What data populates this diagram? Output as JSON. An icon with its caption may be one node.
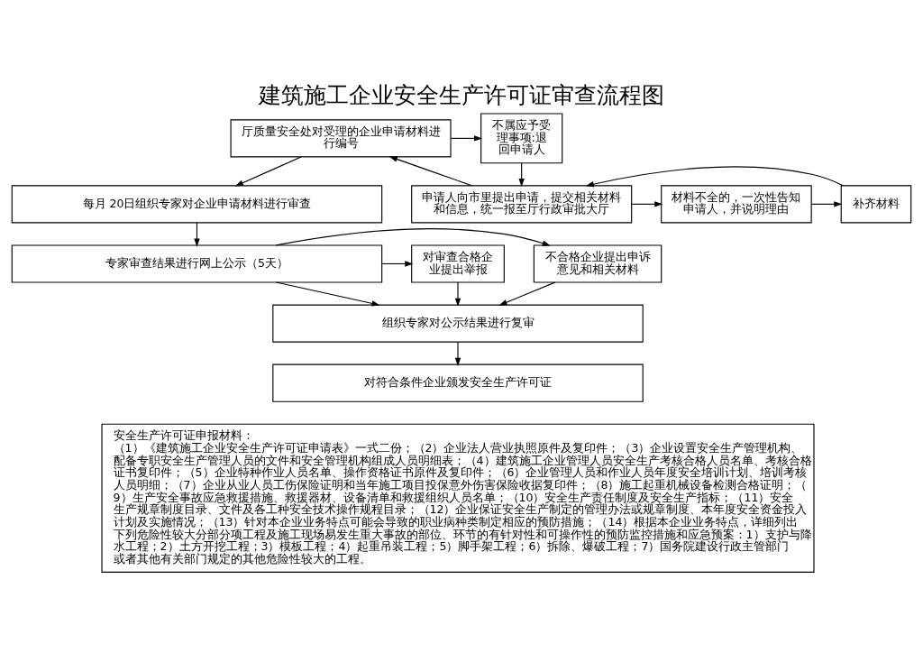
{
  "diagram": {
    "title": "建筑施工企业安全生产许可证审查流程图",
    "nodes": [
      {
        "text": [
          "不属应予受理事项:退回申请人"
        ]
      },
      {
        "text": [
          "申请人向市里提出申请，提交相关材料和信息，统一报至厅行政审批大厅"
        ]
      },
      {
        "text": [
          "材料不全的，一次性告知申请人，并说明理由"
        ]
      },
      {
        "text": [
          "补齐材料"
        ]
      },
      {
        "text": [
          "厅质量安全处对受理的企业申请材料进行编号"
        ]
      },
      {
        "text": [
          "每月 20日组织专家对企业申请材料进行审查"
        ]
      },
      {
        "text": [
          "不合格企业提出申诉意见和相关材料"
        ]
      },
      {
        "text": [
          "专家审查结果进行网上公示（5天）"
        ]
      },
      {
        "text": [
          "对审查合格企业提出举报"
        ]
      },
      {
        "text": [
          "组织专家对公示结果进行复审"
        ]
      },
      {
        "text": [
          "对符合条件企业颁发安全生产许可证"
        ]
      },
      {
        "text": [
          "安全生产许可证申报材料：",
          "（1）《建筑施工企业安全生产许可证申请表》一式二份；（2）企业法人营业执照原件及复印件；（3）企业设置安全生产管理机构、配备专职安全生产管理人员的文件和安全管理机构组成人员明细表；（4）建筑施工企业管理人员安全生产考核合格人员名单、考核合格证书复印件；（5）企业特种作业人员名单、操作资格证书原件及复印件；（6）企业管理人员和作业人员年度安全培训计划、培训考核人员明细；（7）企业从业人员工伤保险证明和当年施工项目投保意外伤害保险收据复印件；（8）施工起重机械设备检测合格证明；（9）生产安全事故应急救援措施、救援器材、设备清单和救援组织人员名单；（10）安全生产责任制度及安全生产指标；（11）安全生产规章制度目录、文件及各工种安全技术操作规程目录；（12）企业保证安全生产制定的管理办法或规章制度、本年度安全资金投入计划及实施情况；（13）针对本企业业务特点可能会导致的职业病种类制定相应的预防措施；（14）根据本企业业务特点，详细列出下列危险性较大分部分项工程及施工现场易发生重大事故的部位、环节的有针对性和可操作性的预防监控措施和应急预案：1）支护与降水工程；2）土方开挖工程；3）模板工程；4）起重吊装工程；5）脚手架工程；6）拆除、爆破工程；7）国务院建设行政主管部门或者其他有关部门规定的其他危险性较大的工程。"
        ]
      }
    ],
    "edges": [
      {
        "from": 0,
        "to": 1,
        "arrow": "to"
      },
      {
        "from": 1,
        "to": 2,
        "arrow": "to"
      },
      {
        "from": 2,
        "to": 3,
        "arrow": "to"
      },
      {
        "from": 3,
        "to": 1,
        "arrow": "to"
      },
      {
        "from": 1,
        "to": 4,
        "arrow": "to"
      },
      {
        "from": 4,
        "to": 0,
        "arrow": "to"
      },
      {
        "from": 4,
        "to": 5,
        "arrow": "to"
      },
      {
        "from": 5,
        "to": 7,
        "arrow": "to"
      },
      {
        "from": 7,
        "to": 6,
        "arrow": "to"
      },
      {
        "from": 7,
        "to": 8,
        "arrow": "to"
      },
      {
        "from": 6,
        "to": 9,
        "arrow": "to"
      },
      {
        "from": 8,
        "to": 9,
        "arrow": "to"
      },
      {
        "from": 7,
        "to": 9,
        "arrow": "to"
      },
      {
        "from": 9,
        "to": 10,
        "arrow": "to"
      }
    ]
  }
}
